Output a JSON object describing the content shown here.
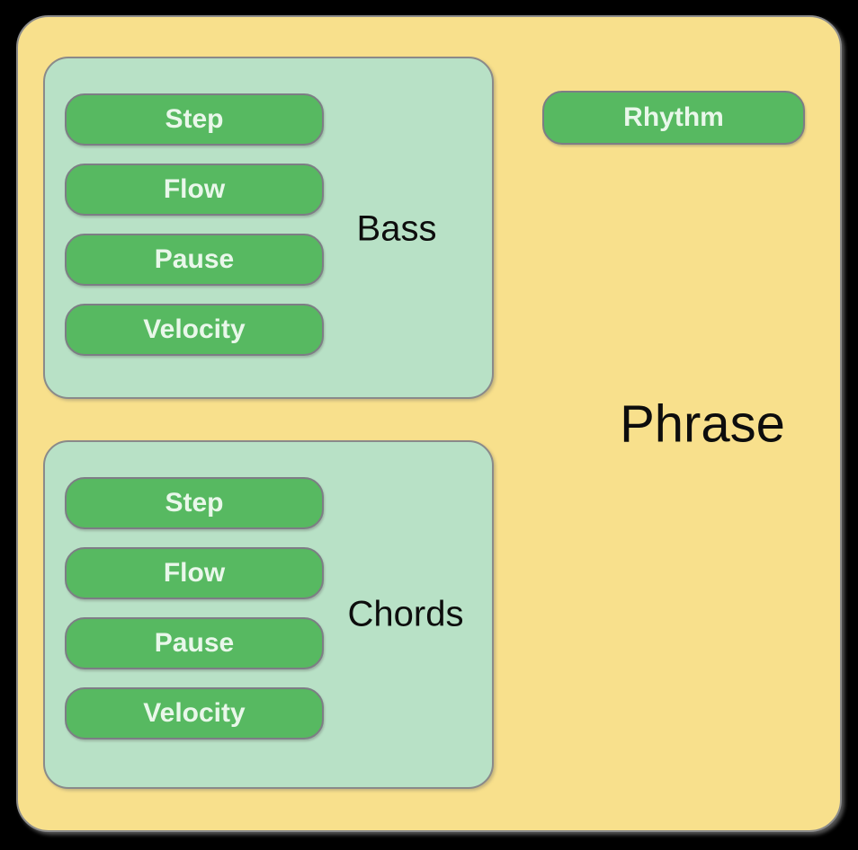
{
  "colors": {
    "background": "#000000",
    "phrase_fill": "#f8e08c",
    "phrase_border": "#8a8a8a",
    "group_fill": "#b8e1c6",
    "group_border": "#8a8a8a",
    "node_fill": "#57b961",
    "node_border": "#7d7d85",
    "node_text": "#e9f7ea",
    "label_text": "#0d0d0d"
  },
  "phrase": {
    "label": "Phrase"
  },
  "rhythm_node": {
    "label": "Rhythm"
  },
  "groups": [
    {
      "label": "Bass",
      "nodes": [
        {
          "label": "Step"
        },
        {
          "label": "Flow"
        },
        {
          "label": "Pause"
        },
        {
          "label": "Velocity"
        }
      ]
    },
    {
      "label": "Chords",
      "nodes": [
        {
          "label": "Step"
        },
        {
          "label": "Flow"
        },
        {
          "label": "Pause"
        },
        {
          "label": "Velocity"
        }
      ]
    }
  ]
}
